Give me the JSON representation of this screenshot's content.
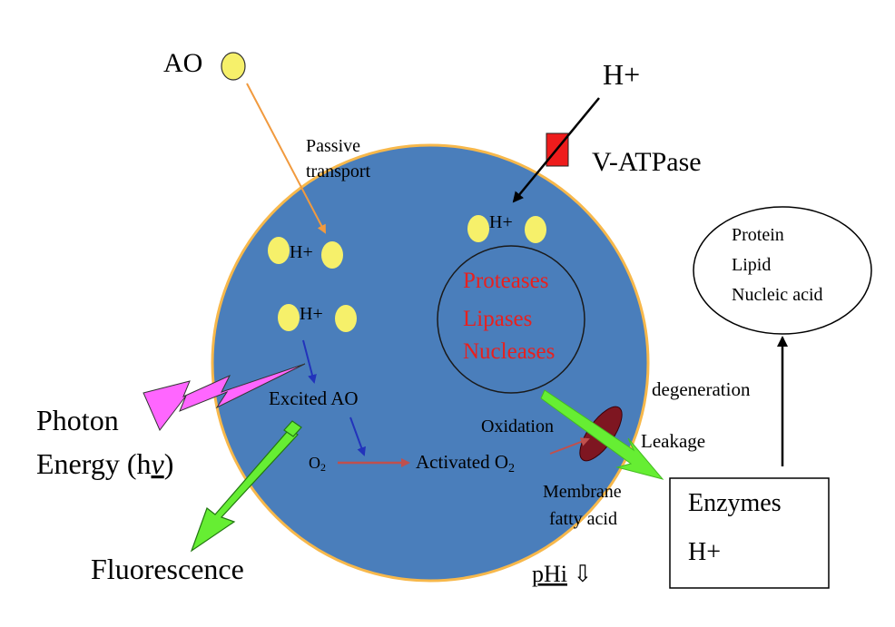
{
  "colors": {
    "cell_fill": "#4a7ebb",
    "cell_border": "#f7b84b",
    "particle": "#f6f06a",
    "red_text": "#e8201e",
    "v_atpase": "#ee1c1c",
    "membrane_lipid": "#7e1621",
    "photon": "#ff66ff",
    "fluorescence_arrow": "#66ee33",
    "passive_arrow": "#f19a3e",
    "excite_arrow": "#2233bb",
    "oxygen_arrow": "#c0504d"
  },
  "labels": {
    "ao": "AO",
    "h_plus_top": "H+",
    "v_atpase": "V-ATPase",
    "passive_transport_1": "Passive",
    "passive_transport_2": "transport",
    "h_plus_left_1": "H+",
    "h_plus_left_2": "H+",
    "h_plus_right": "H+",
    "proteases": "Proteases",
    "lipases": "Lipases",
    "nucleases": "Nucleases",
    "photon_1": "Photon",
    "photon_2_prefix": "Energy  (h",
    "photon_2_nu": "v",
    "photon_2_suffix": ")",
    "excited_ao": "Excited  AO",
    "o2_symbol": "O",
    "o2_sub": "2",
    "activated_o2": "Activated  O",
    "activated_o2_sub": "2",
    "oxidation": "Oxidation",
    "membrane_1": "Membrane",
    "membrane_2": "fatty acid",
    "fluorescence": "Fluorescence",
    "phi": "pHi",
    "phi_arrow": "⇩",
    "leakage": "Leakage",
    "degeneration": "degeneration",
    "enzymes": "Enzymes",
    "enzymes_h": "H+",
    "protein": "Protein",
    "lipid": "Lipid",
    "nucleic_acid": "Nucleic  acid"
  }
}
